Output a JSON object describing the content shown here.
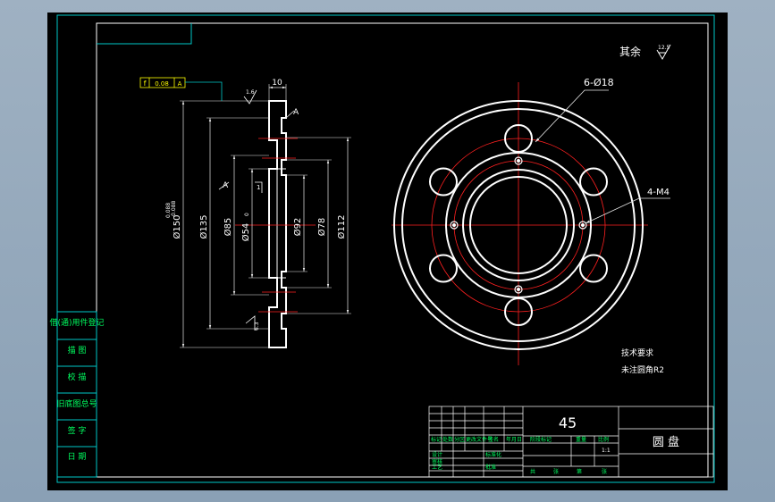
{
  "colors": {
    "background": "#000000",
    "outline": "#ffffff",
    "frame": "#00c8c8",
    "centerline": "#ff2020",
    "dimension": "#e8e8e8",
    "title_text": "#00ff60",
    "accent_yellow": "#ffff00"
  },
  "roughness_note": {
    "text": "其余",
    "value": "12.5"
  },
  "front_view": {
    "hole_callout": "6-Ø18",
    "thread_callout": "4-M4"
  },
  "section_view": {
    "tolerance_frame": {
      "symbol": "f",
      "value": "0.08",
      "datum": "A"
    },
    "datum_label": "A",
    "roughness_top": "1.6",
    "roughness_mid": "1",
    "roughness_bottom": "6.3",
    "thickness": "10",
    "dims": {
      "d_outer": "Ø150",
      "d_outer_tol_upper": "0.088",
      "d_outer_tol_lower": "-0.088",
      "d135": "Ø135",
      "d85": "Ø85",
      "d54": "Ø54",
      "d54_tol": "0",
      "d92": "Ø92",
      "d78": "Ø78",
      "d112": "Ø112"
    }
  },
  "tech_requirements": {
    "title": "技术要求",
    "line1": "未注圆角R2"
  },
  "title_block": {
    "material": "45",
    "part_name": "圆  盘",
    "scale": "1:1",
    "labels": {
      "mark": "标记",
      "count": "处数",
      "zone": "分区",
      "change_doc": "更改文件号",
      "signature": "签名",
      "date": "年月日",
      "design": "设计",
      "standardize": "标准化",
      "review": "审核",
      "process": "工艺",
      "approve": "批准",
      "stage_mark": "阶段标记",
      "weight": "重量",
      "scale_label": "比例",
      "sheets_total": "共",
      "sheet": "张",
      "sheet_no": "第"
    }
  },
  "side_table": [
    "借(通)用件登记",
    "描  图",
    "校  描",
    "旧底图总号",
    "签  字",
    "日  期"
  ]
}
